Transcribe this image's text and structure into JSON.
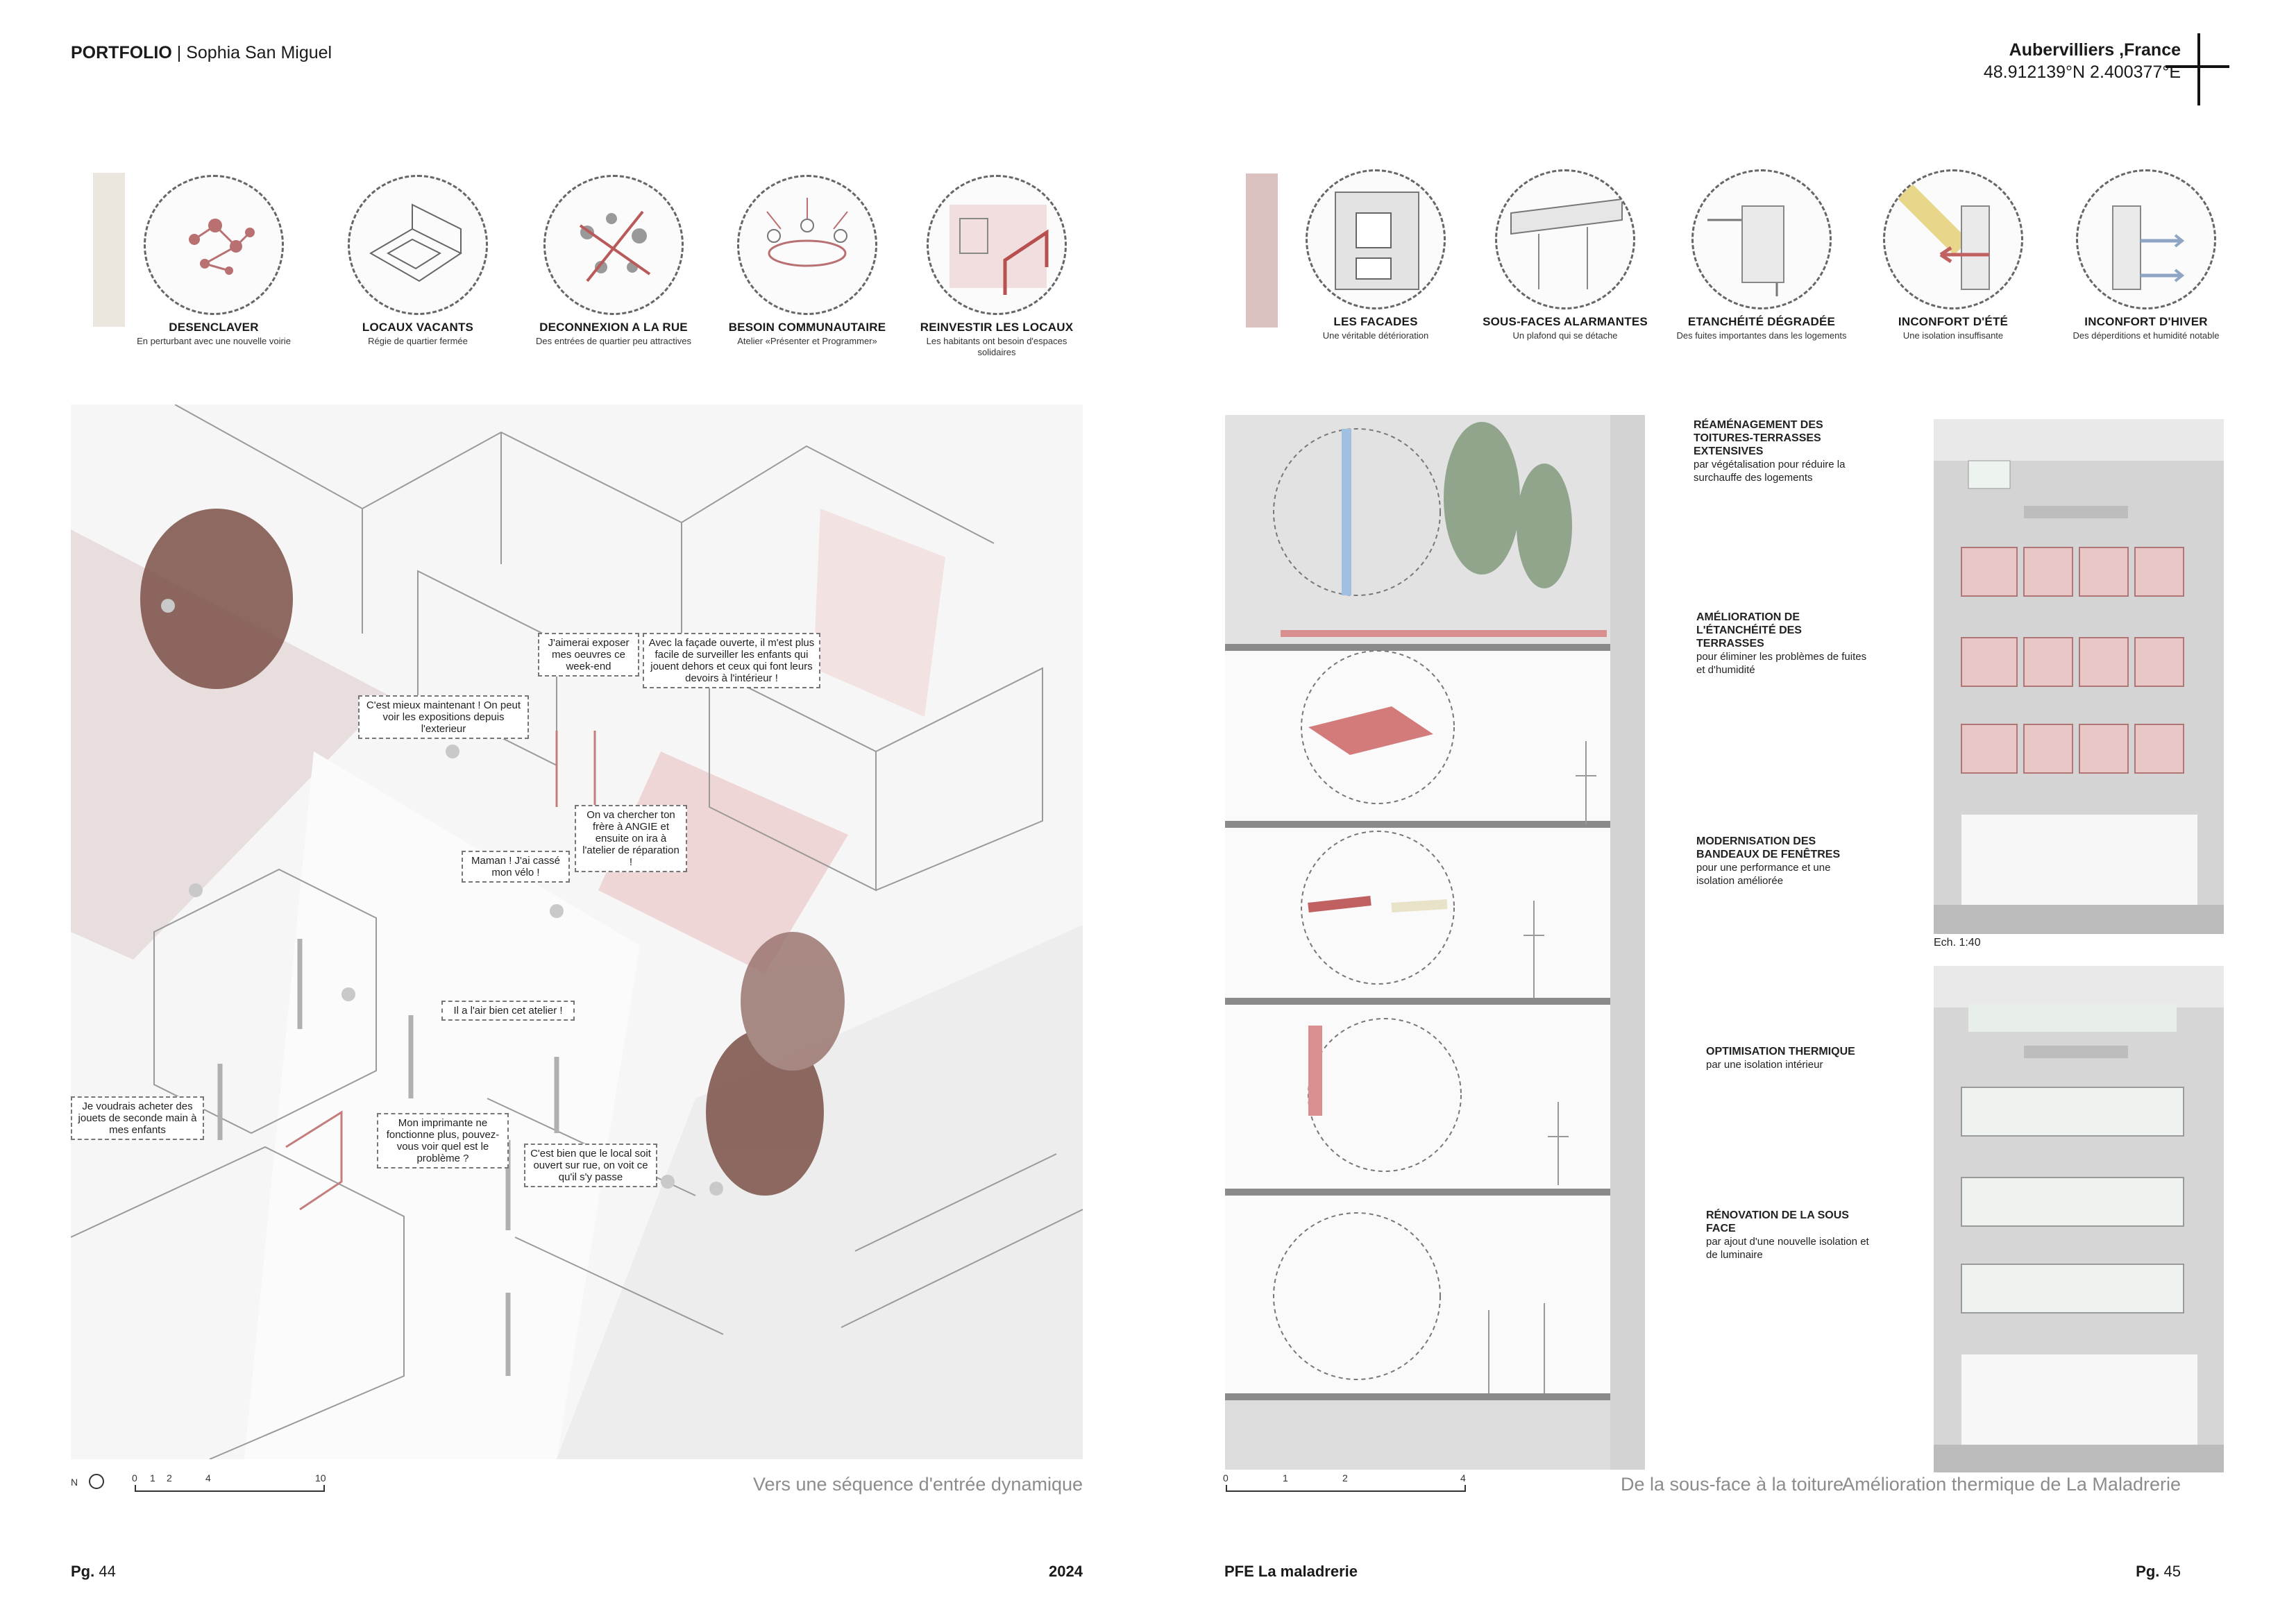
{
  "header": {
    "portfolio": "PORTFOLIO",
    "author": "| Sophia San Miguel",
    "location": "Aubervilliers ,France",
    "coordinates": "48.912139°N 2.400377°E"
  },
  "left_icons": [
    {
      "title": "DESENCLAVER",
      "sub": "En perturbant avec une nouvelle voirie"
    },
    {
      "title": "LOCAUX VACANTS",
      "sub": "Régie de quartier fermée"
    },
    {
      "title": "DECONNEXION A LA RUE",
      "sub": "Des entrées de quartier peu attractives"
    },
    {
      "title": "BESOIN COMMUNAUTAIRE",
      "sub": "Atelier «Présenter et Programmer»"
    },
    {
      "title": "REINVESTIR LES LOCAUX",
      "sub": "Les habitants ont besoin d'espaces solidaires"
    }
  ],
  "right_icons": [
    {
      "title": "LES FACADES",
      "sub": "Une véritable détérioration"
    },
    {
      "title": "SOUS-FACES ALARMANTES",
      "sub": "Un plafond qui se détache"
    },
    {
      "title": "ETANCHÉITÉ DÉGRADÉE",
      "sub": "Des fuites importantes dans les logements"
    },
    {
      "title": "INCONFORT D'ÉTÉ",
      "sub": "Une isolation insuffisante"
    },
    {
      "title": "INCONFORT D'HIVER",
      "sub": "Des déperditions et humidité notable"
    }
  ],
  "bubbles": [
    "J'aimerai exposer mes oeuvres ce week-end",
    "Avec la façade ouverte, il m'est plus facile de surveiller les enfants qui jouent dehors et ceux qui font leurs devoirs à l'intérieur !",
    "C'est mieux maintenant ! On peut voir les expositions depuis l'exterieur",
    "On va chercher ton frère à ANGIE et ensuite on ira à l'atelier de réparation !",
    "Maman ! J'ai cassé mon vélo !",
    "Il a l'air bien cet atelier !",
    "Je voudrais acheter des jouets de seconde main à mes enfants",
    "Mon imprimante ne fonctionne plus, pouvez-vous voir quel est le problème ?",
    "C'est bien que le local soit ouvert sur rue, on voit ce qu'il s'y passe"
  ],
  "annotations": [
    {
      "title": "RÉAMÉNAGEMENT DES TOITURES-TERRASSES EXTENSIVES",
      "text": "par végétalisation pour réduire la surchauffe des logements"
    },
    {
      "title": "AMÉLIORATION DE L'ÉTANCHÉITÉ DES TERRASSES",
      "text": "pour éliminer les problèmes de fuites et d'humidité"
    },
    {
      "title": "MODERNISATION DES BANDEAUX DE FENÊTRES",
      "text": "pour une performance et une isolation améliorée"
    },
    {
      "title": "OPTIMISATION THERMIQUE",
      "text": "par une isolation intérieur"
    },
    {
      "title": "RÉNOVATION DE LA SOUS FACE",
      "text": "par ajout d'une nouvelle isolation et de luminaire"
    }
  ],
  "elevation_scale": "Ech. 1:40",
  "left_scale": {
    "north": "N",
    "ticks": [
      "0",
      "1",
      "2",
      "4",
      "10"
    ]
  },
  "right_scale": {
    "ticks": [
      "0",
      "1",
      "2",
      "4"
    ]
  },
  "captions": {
    "left": "Vers une séquence d'entrée dynamique",
    "middle": "De la sous-face à la toiture",
    "right": "Amélioration thermique de La Maladrerie"
  },
  "footer": {
    "pg_left_label": "Pg.",
    "pg_left_num": "44",
    "year": "2024",
    "project": "PFE La maladrerie",
    "pg_right_label": "Pg.",
    "pg_right_num": "45"
  },
  "colors": {
    "accent_pink": "#c98a8a",
    "swatch_beige": "#ebe7df",
    "swatch_pink": "#dcc1c1",
    "caption_gray": "#8c8c8c"
  }
}
